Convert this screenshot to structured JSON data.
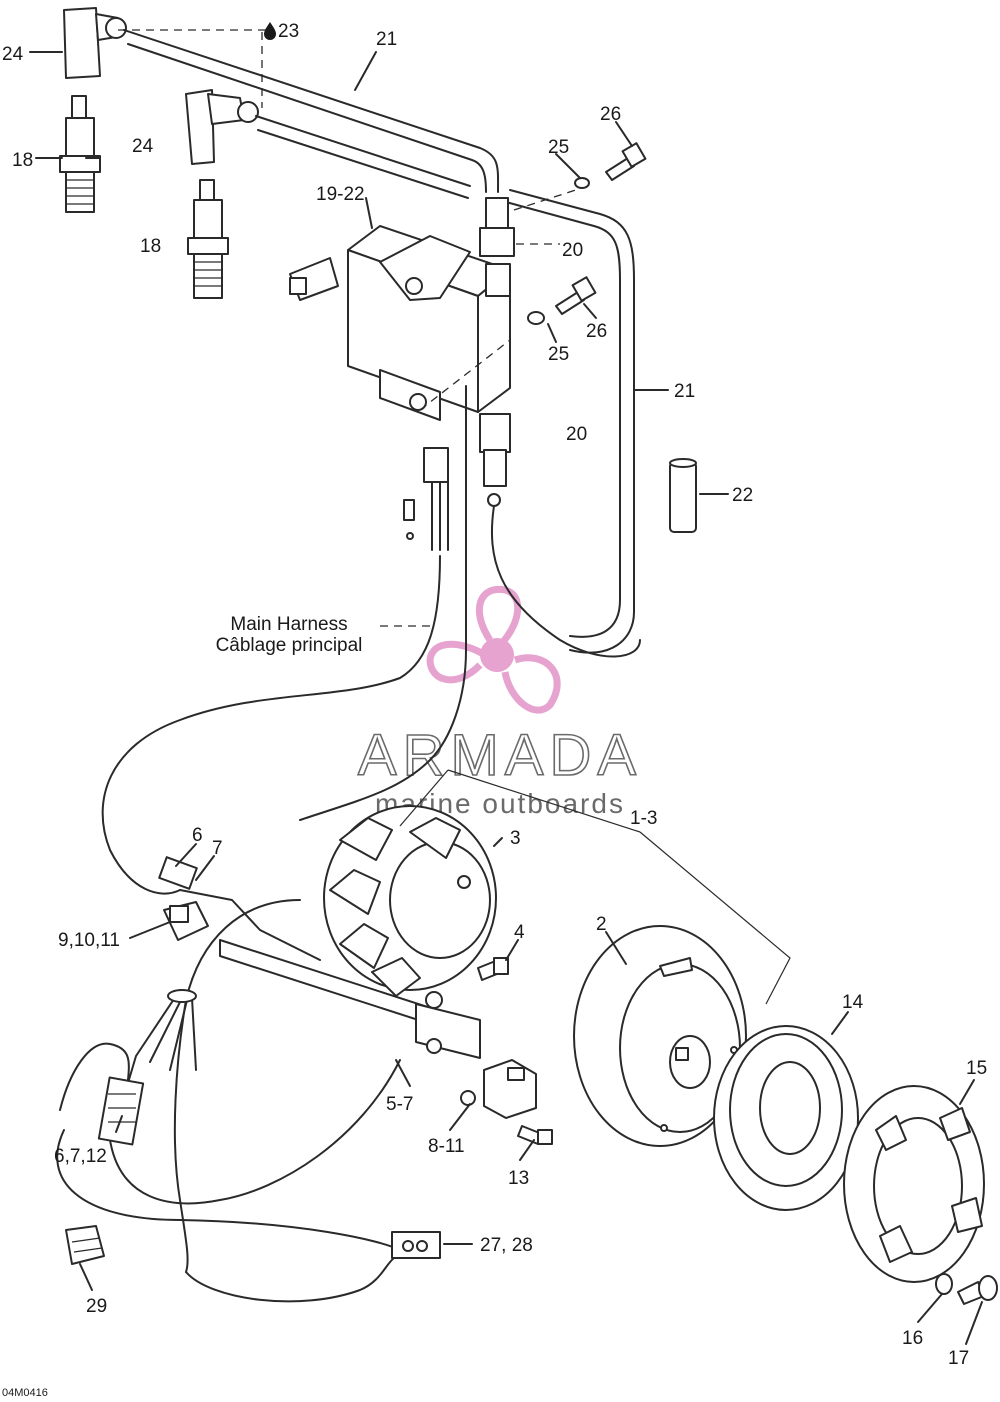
{
  "callouts": [
    {
      "id": "c24a",
      "text": "24"
    },
    {
      "id": "c23",
      "text": "23"
    },
    {
      "id": "c21a",
      "text": "21"
    },
    {
      "id": "c18a",
      "text": "18"
    },
    {
      "id": "c24b",
      "text": "24"
    },
    {
      "id": "c18b",
      "text": "18"
    },
    {
      "id": "c26a",
      "text": "26"
    },
    {
      "id": "c25a",
      "text": "25"
    },
    {
      "id": "c19_22",
      "text": "19-22"
    },
    {
      "id": "c20a",
      "text": "20"
    },
    {
      "id": "c26b",
      "text": "26"
    },
    {
      "id": "c25b",
      "text": "25"
    },
    {
      "id": "c21b",
      "text": "21"
    },
    {
      "id": "c20b",
      "text": "20"
    },
    {
      "id": "c22",
      "text": "22"
    },
    {
      "id": "c1_3",
      "text": "1-3"
    },
    {
      "id": "c6a",
      "text": "6"
    },
    {
      "id": "c7a",
      "text": "7"
    },
    {
      "id": "c3",
      "text": "3"
    },
    {
      "id": "c9_11",
      "text": "9,10,11"
    },
    {
      "id": "c4",
      "text": "4"
    },
    {
      "id": "c2",
      "text": "2"
    },
    {
      "id": "c14",
      "text": "14"
    },
    {
      "id": "c15",
      "text": "15"
    },
    {
      "id": "c5_7",
      "text": "5-7"
    },
    {
      "id": "c6_7_12",
      "text": "6,7,12"
    },
    {
      "id": "c8_11",
      "text": "8-11"
    },
    {
      "id": "c13",
      "text": "13"
    },
    {
      "id": "c27_28",
      "text": "27, 28"
    },
    {
      "id": "c29",
      "text": "29"
    },
    {
      "id": "c16",
      "text": "16"
    },
    {
      "id": "c17",
      "text": "17"
    }
  ],
  "harness_label": {
    "line1": "Main Harness",
    "line2": "Câblage principal"
  },
  "watermark": {
    "title": "ARMADA",
    "subtitle": "marine outboards",
    "logo_color": "#e6a3cf",
    "text_color": "#6a6a6a"
  },
  "drawing_code": "04M0416",
  "icons": {
    "lubricant_symbol": "oil-drop-icon"
  }
}
